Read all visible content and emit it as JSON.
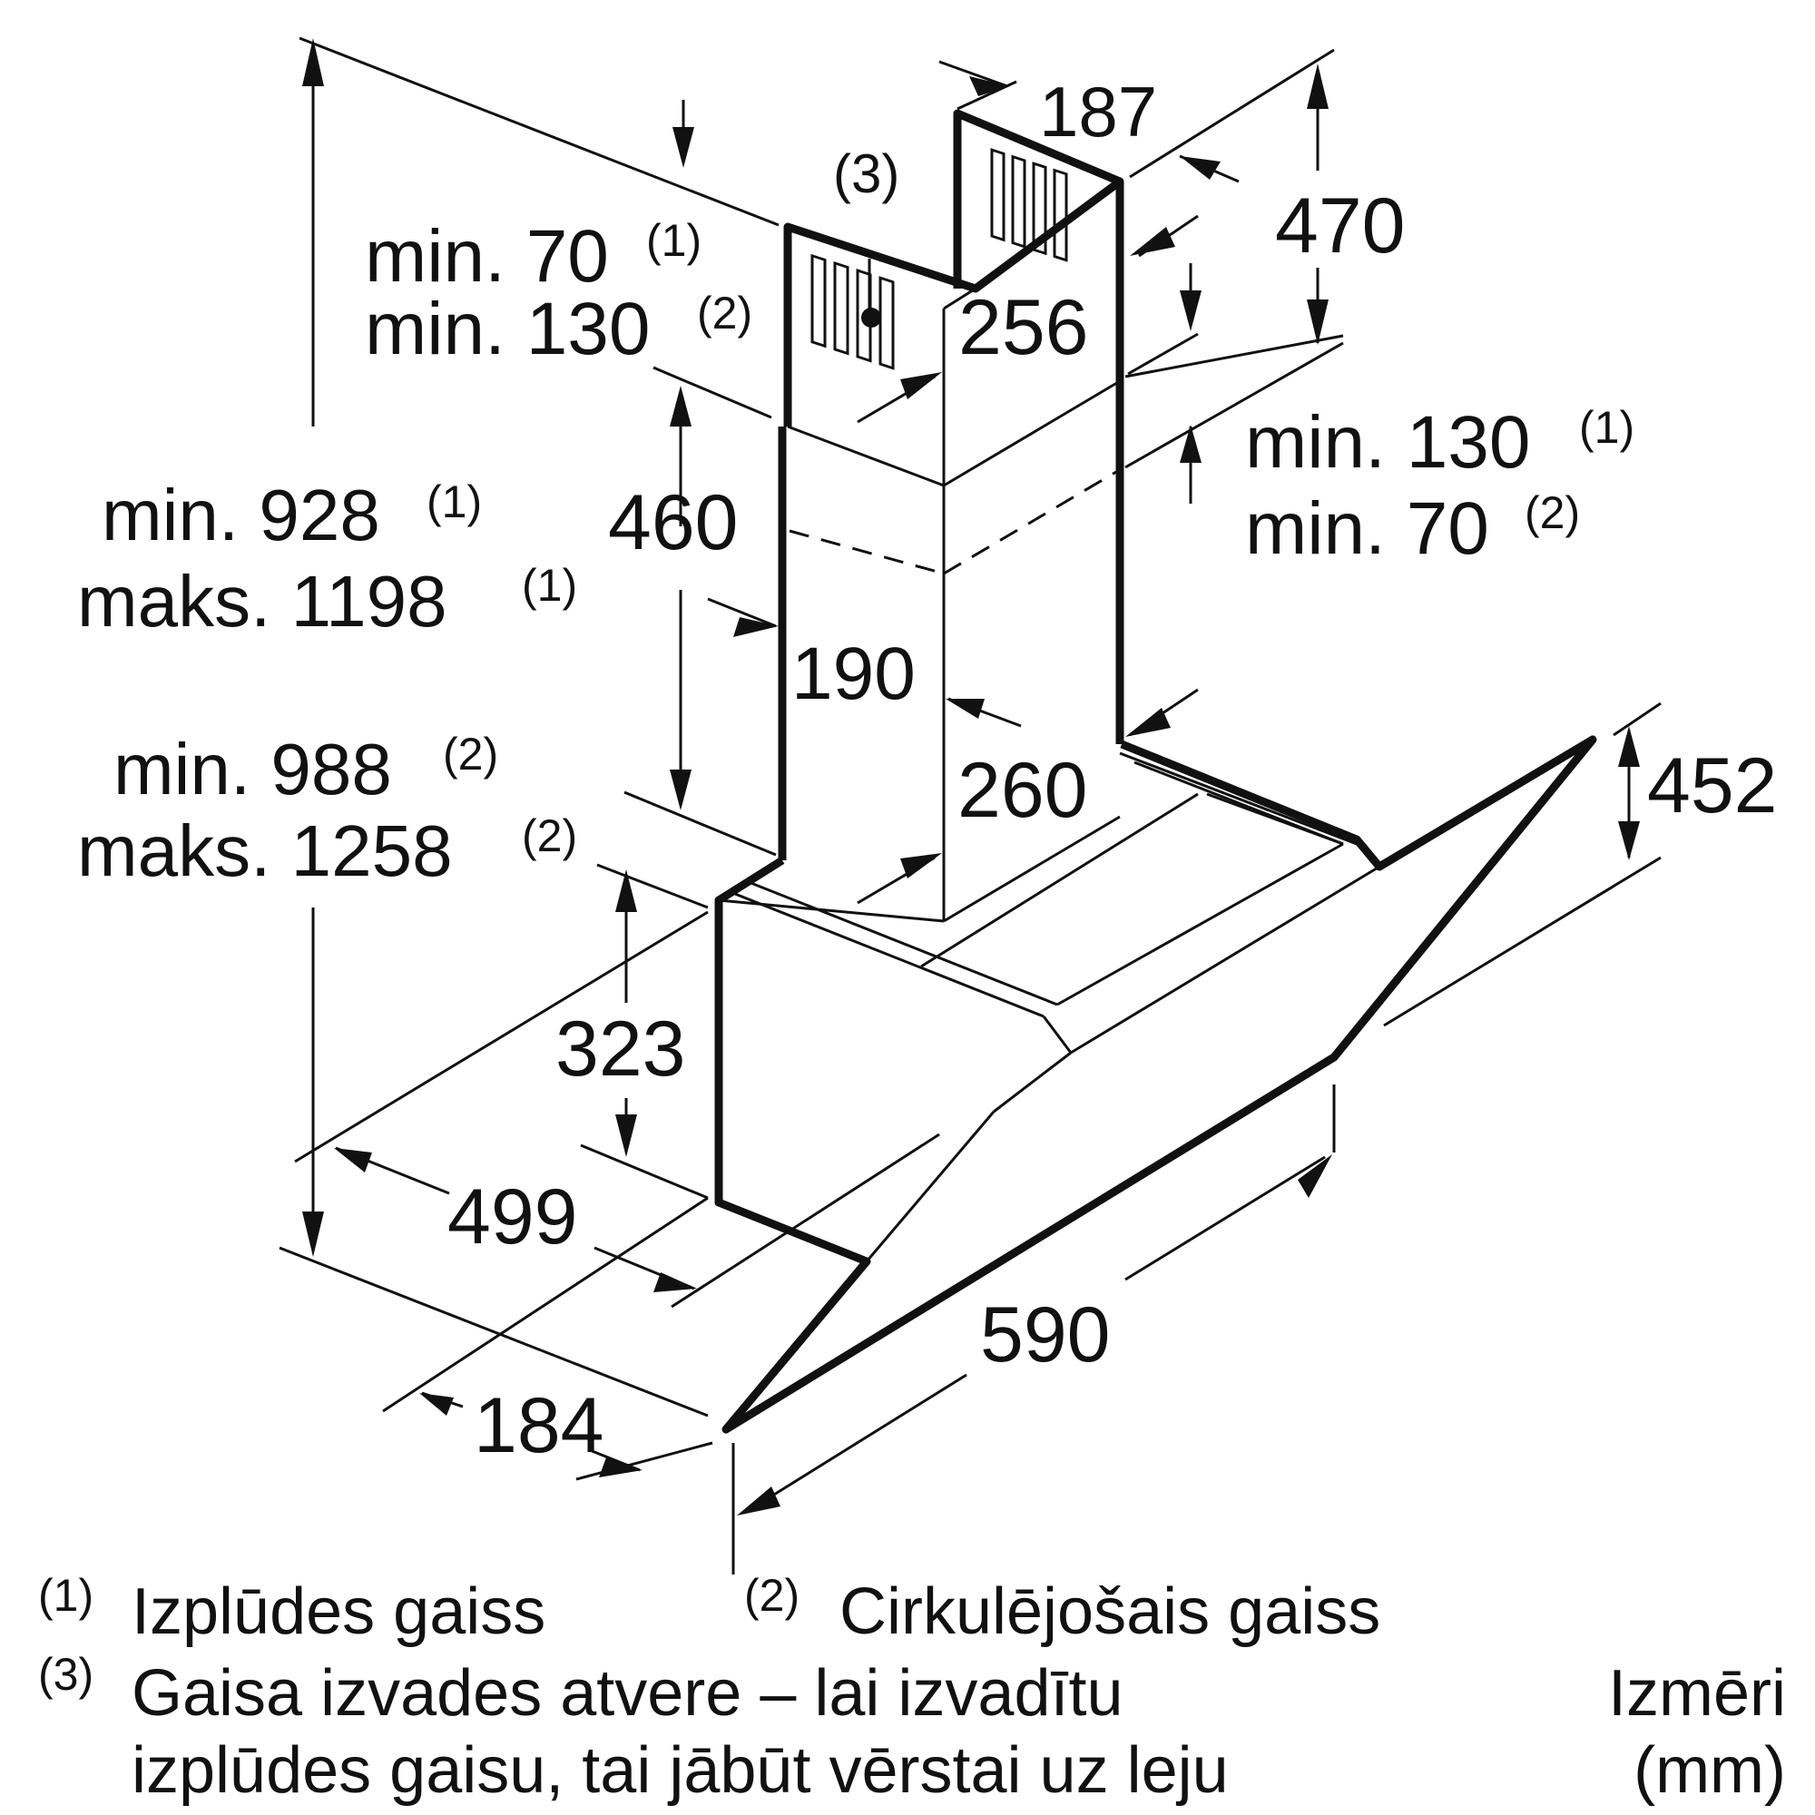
{
  "dimensions": {
    "d187": "187",
    "d470": "470",
    "d256": "256",
    "d460": "460",
    "d190": "190",
    "d260": "260",
    "d452": "452",
    "d323": "323",
    "d499": "499",
    "d590": "590",
    "d184": "184",
    "ref3": "(3)"
  },
  "top_left_clearance": {
    "line1_value": "min. 70",
    "line1_ref": "(1)",
    "line2_value": "min. 130",
    "line2_ref": "(2)"
  },
  "right_clearance": {
    "line1_value": "min. 130",
    "line1_ref": "(1)",
    "line2_value": "min. 70",
    "line2_ref": "(2)"
  },
  "height_exhaust": {
    "min_value": "min. 928",
    "min_ref": "(1)",
    "max_value": "maks. 1198",
    "max_ref": "(1)"
  },
  "height_recirc": {
    "min_value": "min. 988",
    "min_ref": "(2)",
    "max_value": "maks. 1258",
    "max_ref": "(2)"
  },
  "footnotes": {
    "n1_marker": "(1)",
    "n1_text": "Izplūdes gaiss",
    "n2_marker": "(2)",
    "n2_text": "Cirkulējošais gaiss",
    "n3_marker": "(3)",
    "n3_line1": "Gaisa izvades atvere – lai izvadītu",
    "n3_line2": "izplūdes gaisu, tai jābūt vērstai uz leju"
  },
  "units": {
    "line1": "Izmēri",
    "line2": "(mm)"
  }
}
